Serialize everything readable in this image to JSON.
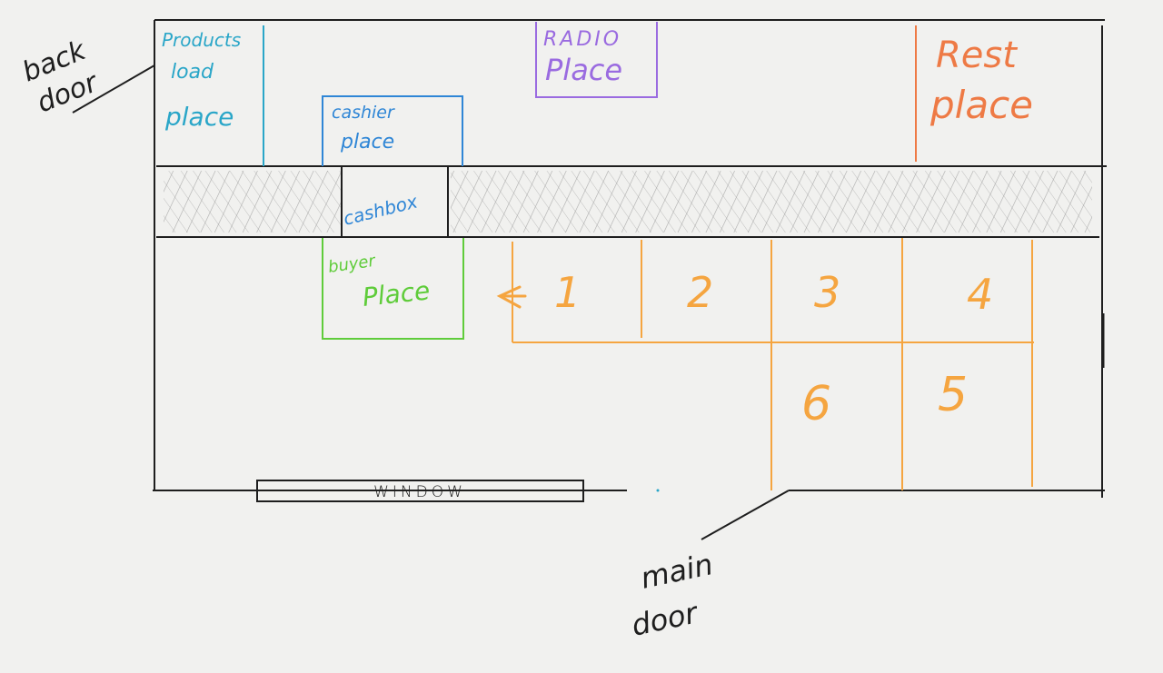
{
  "labels": {
    "back_door_1": "back",
    "back_door_2": "door",
    "products_1": "Products",
    "products_2": "load",
    "products_3": "place",
    "radio_1": "RADIO",
    "radio_2": "Place",
    "rest_1": "Rest",
    "rest_2": "place",
    "cashier_1": "cashier",
    "cashier_2": "place",
    "cashbox": "cashbox",
    "buyer_1": "buyer",
    "buyer_2": "Place",
    "window": "WINDOW",
    "main_door_1": "main",
    "main_door_2": "door"
  },
  "queue_spots": [
    "1",
    "2",
    "3",
    "4",
    "5",
    "6"
  ],
  "colors": {
    "walls": "#1e1e1e",
    "products_zone": "#2aa6c8",
    "radio_zone": "#9a6be0",
    "rest_zone": "#ee7a45",
    "cashier_zone": "#2f86d6",
    "buyer_zone": "#5fcc3a",
    "queue": "#f5a540",
    "counter_hatch": "#9a9a9a"
  }
}
